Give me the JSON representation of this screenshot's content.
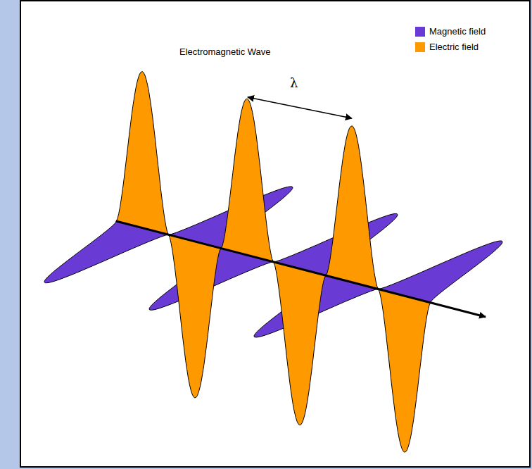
{
  "diagram": {
    "title": "Electromagnetic Wave",
    "labels": [
      "λ"
    ],
    "legend": [
      {
        "text": "Magnetic field",
        "color": "#6a3bd4"
      },
      {
        "text": "Electric field",
        "color": "#ff9900"
      }
    ]
  }
}
